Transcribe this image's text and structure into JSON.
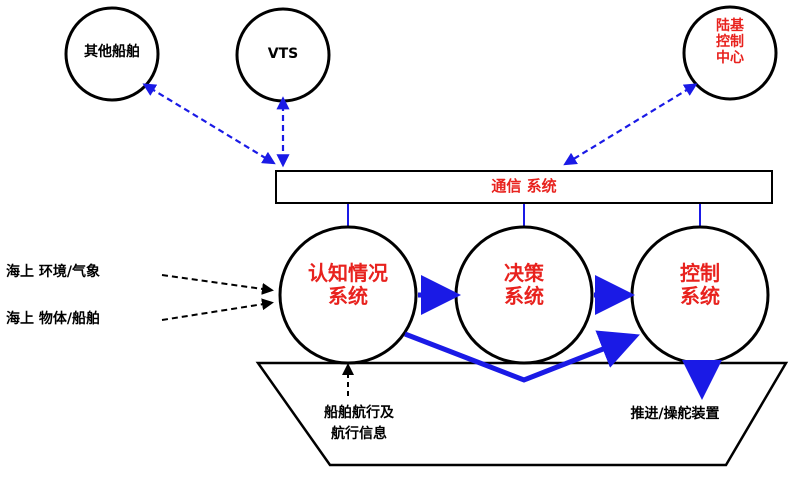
{
  "colors": {
    "red_text": "#e8221e",
    "blue_arrow": "#1a1ae6",
    "dashed_blue": "#1a1ae6",
    "black": "#000000"
  },
  "external_nodes": {
    "other_ships": "其他船舶",
    "vts": "VTS",
    "land_control": "陆基\n控制\n中心"
  },
  "comm_bar": {
    "label": "通信 系统"
  },
  "core_systems": {
    "perception": "认知情况\n系统",
    "decision": "决策\n系统",
    "control": "控制\n系统"
  },
  "inputs": {
    "sea_env": "海上 环境/气象",
    "sea_objects": "海上 物体/船舶"
  },
  "hull": {
    "nav_info": "船舶航行及\n航行信息",
    "propulsion": "推进/操舵装置"
  }
}
